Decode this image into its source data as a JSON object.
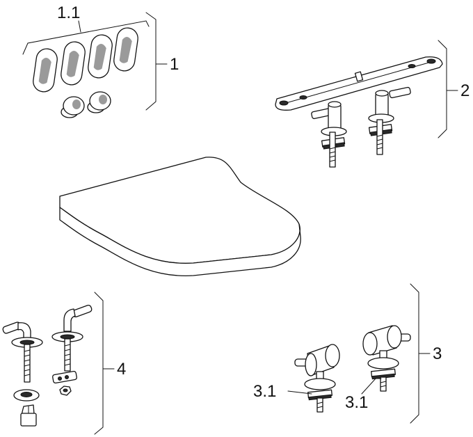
{
  "labels": {
    "group_1": "1",
    "group_1_1": "1.1",
    "group_2": "2",
    "group_3": "3",
    "group_3_1_left": "3.1",
    "group_3_1_right": "3.1",
    "group_4": "4"
  }
}
